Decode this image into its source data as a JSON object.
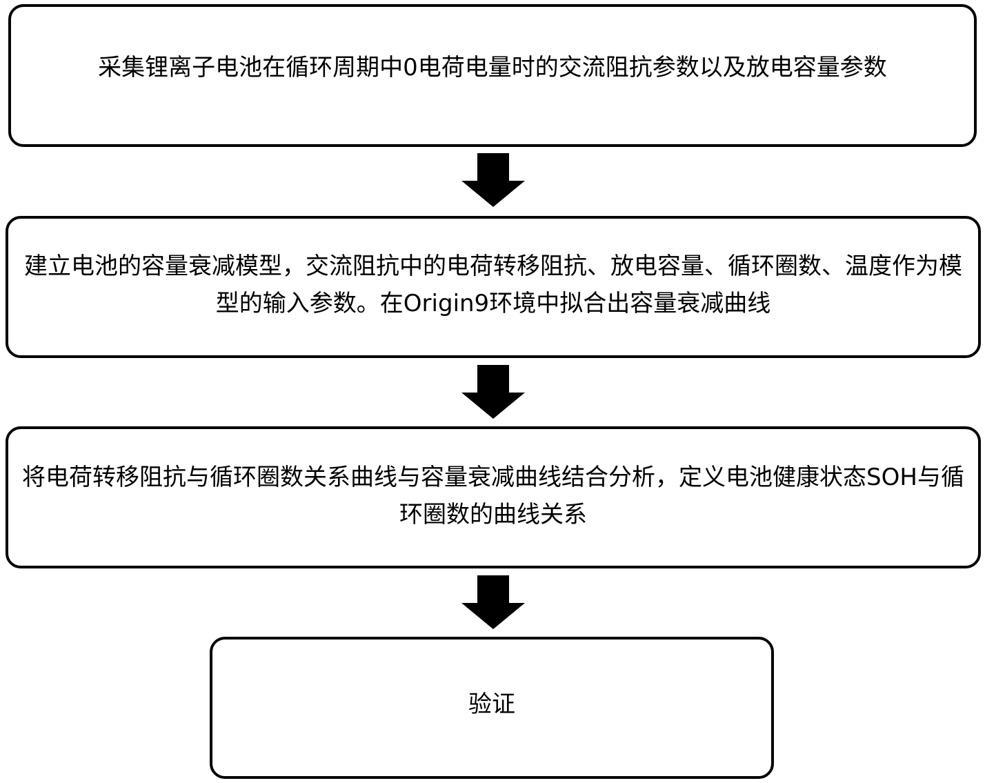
{
  "flowchart": {
    "steps": [
      "采集锂离子电池在循环周期中0电荷电量时的交流阻抗参数以及放电容量参数",
      "建立电池的容量衰减模型，交流阻抗中的电荷转移阻抗、放电容量、循环圈数、温度作为模型的输入参数。在Origin9环境中拟合出容量衰减曲线",
      "将电荷转移阻抗与循环圈数关系曲线与容量衰减曲线结合分析，定义电池健康状态SOH与循环圈数的曲线关系",
      "验证"
    ],
    "colors": {
      "border": "#000000",
      "arrow": "#000000",
      "background": "#ffffff"
    }
  }
}
